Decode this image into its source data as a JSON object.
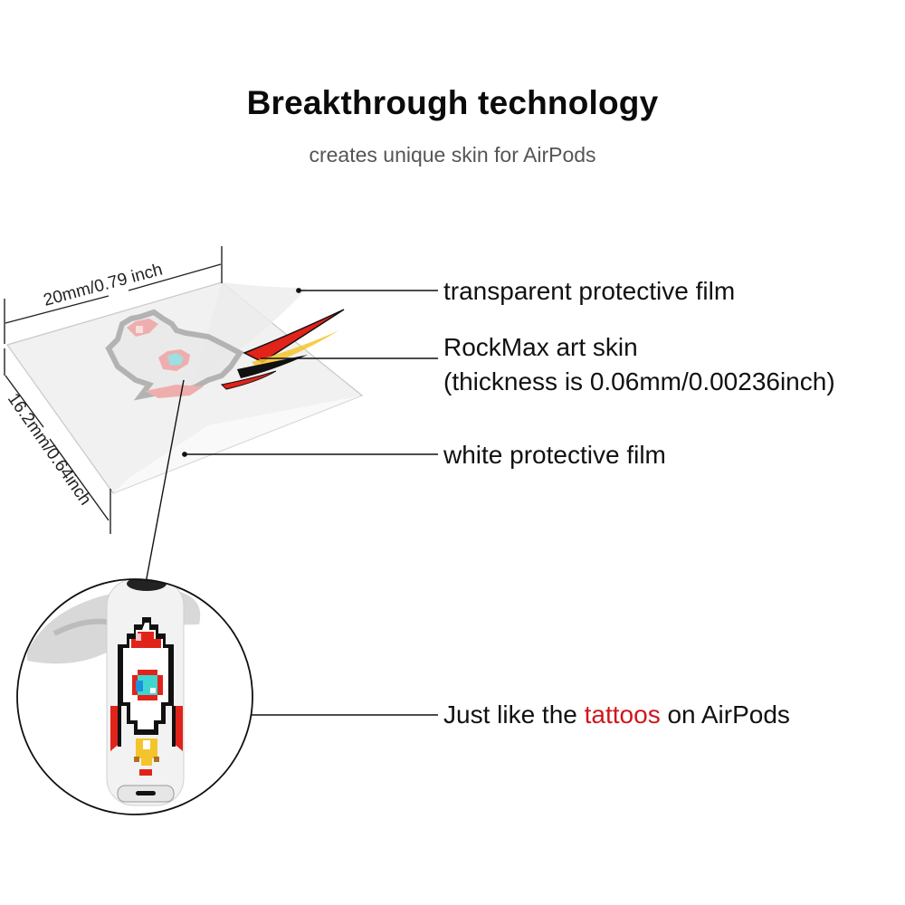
{
  "header": {
    "title": "Breakthrough technology",
    "subtitle": "creates unique skin for AirPods"
  },
  "dimensions": {
    "width_label": "20mm/0.79 inch",
    "height_label": "16.2mm/0.64inch"
  },
  "labels": {
    "transparent_film": "transparent protective film",
    "art_skin_line1": "RockMax art skin",
    "art_skin_line2": "(thickness is 0.06mm/0.00236inch)",
    "white_film": "white protective film",
    "tattoo_prefix": "Just like the ",
    "tattoo_accent": "tattoos",
    "tattoo_suffix": " on AirPods"
  },
  "colors": {
    "accent_red": "#d0161b",
    "pixel_red": "#e2231a",
    "pixel_yellow": "#f5c42c",
    "pixel_cyan": "#3fd6d0",
    "pixel_blue": "#1e8fe0",
    "subtitle_gray": "#555555"
  }
}
